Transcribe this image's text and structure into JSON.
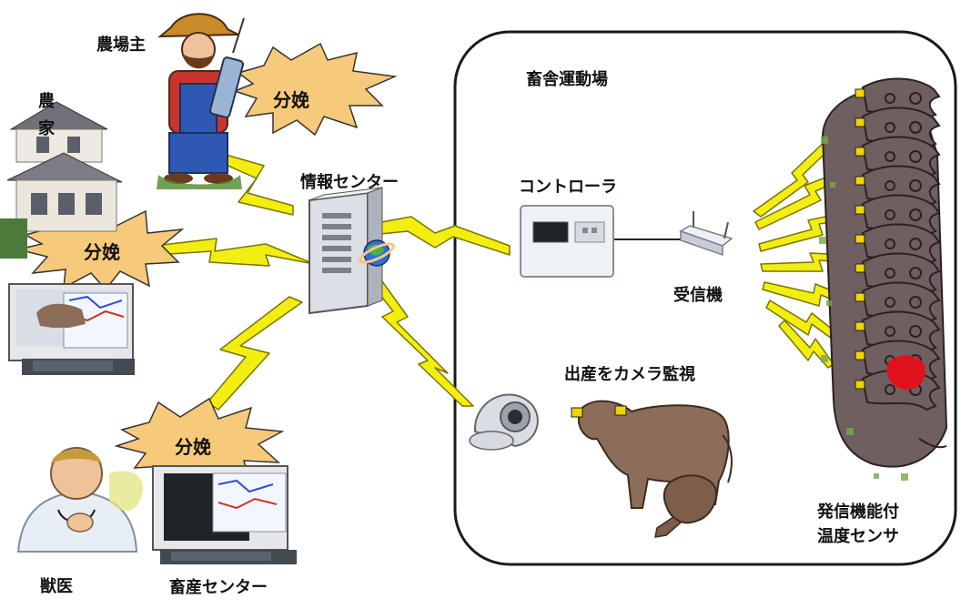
{
  "labels": {
    "farm_owner": "農場主",
    "farmhouse_line1": "農",
    "farmhouse_line2": "家",
    "barn_area": "畜舎運動場",
    "info_center": "情報センター",
    "controller": "コントローラ",
    "receiver": "受信機",
    "camera_watch": "出産をカメラ監視",
    "sensor_line1": "発信機能付",
    "sensor_line2": "温度センサ",
    "vet": "獣医",
    "livestock_center": "畜産センター"
  },
  "alerts": {
    "farm_owner": "分娩",
    "farmhouse": "分娩",
    "livestock_center": "分娩"
  },
  "colors": {
    "signal": "#f3ee12",
    "alert_burst": "#f7c97a",
    "tag": "#f1d400",
    "fever": "#e0121c",
    "cow": "#8c6d5a",
    "cow_dark": "#6f5f60"
  },
  "icons": [
    "farmer-icon",
    "house-icon",
    "computer-icon",
    "server-icon",
    "globe-icon",
    "controller-icon",
    "receiver-icon",
    "camera-icon",
    "cow-icon",
    "calf-icon",
    "cattle-herd-icon",
    "doctor-icon"
  ]
}
